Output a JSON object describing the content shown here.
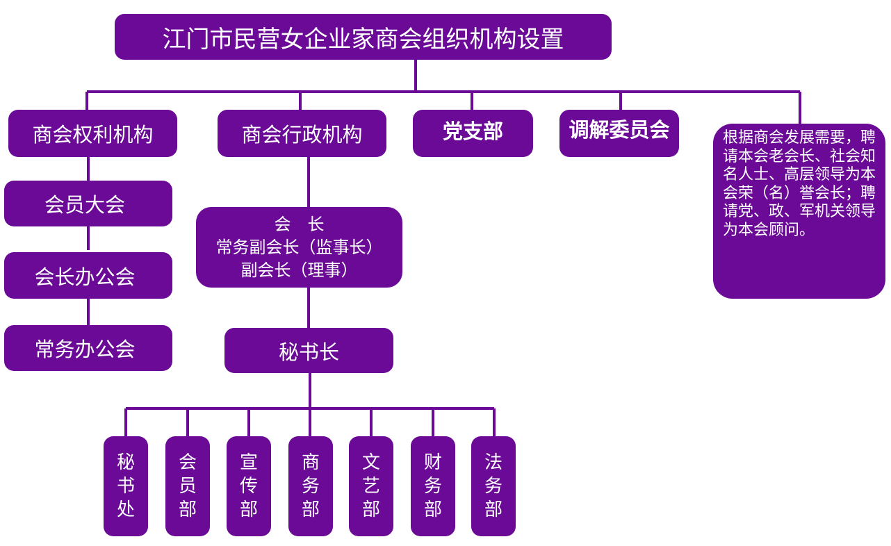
{
  "title": "江门市民营女企业家商会组织机构设置",
  "level1": {
    "rights_org": "商会权利机构",
    "admin_org": "商会行政机构",
    "party_branch": "党支部",
    "mediation": "调解委员会"
  },
  "rights_chain": [
    "会员大会",
    "会长办公会",
    "常务办公会"
  ],
  "leadership": [
    "会　长",
    "常务副会长（监事长）",
    "副会长（理事）"
  ],
  "secretary_general": "秘书长",
  "departments": [
    [
      "秘",
      "书",
      "处"
    ],
    [
      "会",
      "员",
      "部"
    ],
    [
      "宣",
      "传",
      "部"
    ],
    [
      "商",
      "务",
      "部"
    ],
    [
      "文",
      "艺",
      "部"
    ],
    [
      "财",
      "务",
      "部"
    ],
    [
      "法",
      "务",
      "部"
    ]
  ],
  "advisors_note": "根据商会发展需要，聘请本会老会长、社会知名人士、高层领导为本会荣（名）誉会长；聘请党、政、军机关领导为本会顾问。",
  "colors": {
    "box_fill": "#6a0a96",
    "connector": "#6a0a96",
    "text": "#ffffff"
  }
}
